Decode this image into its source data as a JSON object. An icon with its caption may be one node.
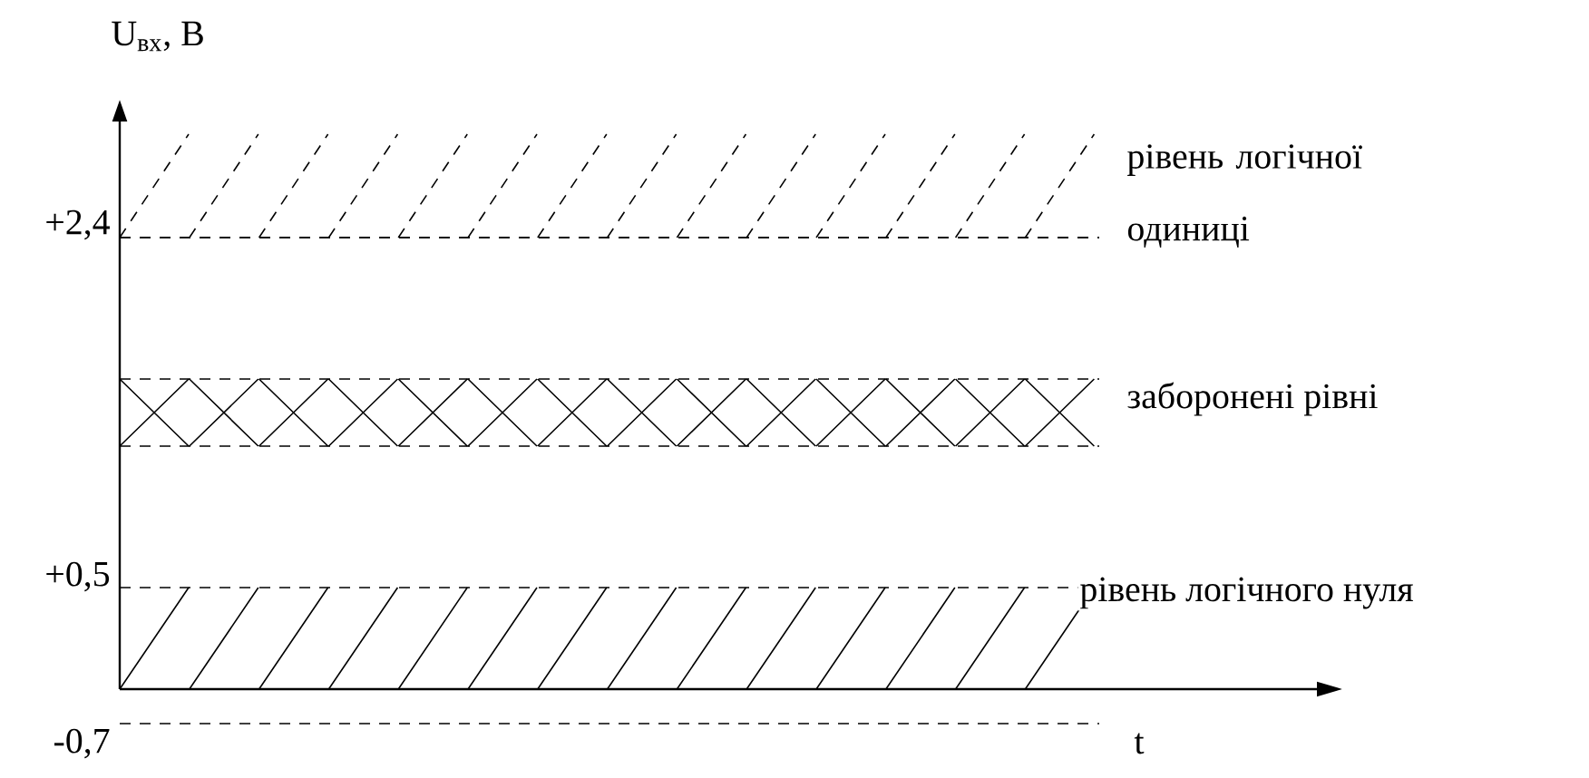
{
  "diagram": {
    "labels": [
      "U$_{вх}$, В",
      "+2,4",
      "рівень логічної одиниці",
      "заборонені рівні",
      "+0,5",
      "рівень логічного нуля",
      "-0,7",
      "t"
    ]
  }
}
